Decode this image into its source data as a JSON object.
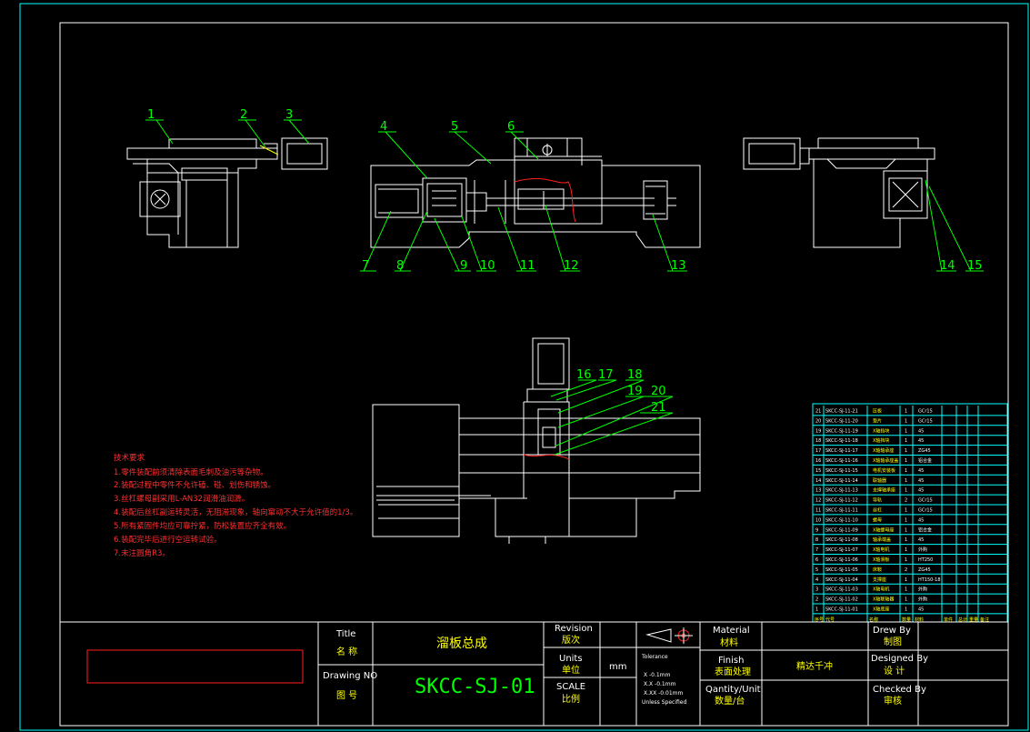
{
  "balloons": [
    "1",
    "2",
    "3",
    "4",
    "5",
    "6",
    "7",
    "8",
    "9",
    "10",
    "11",
    "12",
    "13",
    "14",
    "15",
    "16",
    "17",
    "18",
    "19",
    "20",
    "21"
  ],
  "notes": {
    "title": "技术要求",
    "lines": [
      "1.零件装配前须清除表面毛刺及油污等杂物。",
      "2.装配过程中零件不允许磕、碰、划伤和锈蚀。",
      "3.丝杠螺母副采用L-AN32润滑油润滑。",
      "4.装配后丝杠副运转灵活，无阻滞现象，轴向窜动不大于允许值的1/3。",
      "5.所有紧固件均应可靠拧紧，防松装置应齐全有效。",
      "6.装配完毕后进行空运转试验。",
      "7.未注圆角R3。"
    ]
  },
  "bom": {
    "rows": [
      [
        "21",
        "SKCC-SJ-11-21",
        "压板",
        "1",
        "GCr15"
      ],
      [
        "20",
        "SKCC-SJ-11-20",
        "垫片",
        "1",
        "GCr15"
      ],
      [
        "19",
        "SKCC-SJ-11-19",
        "X轴挡块",
        "1",
        "45"
      ],
      [
        "18",
        "SKCC-SJ-11-18",
        "X轴挡块",
        "1",
        "45"
      ],
      [
        "17",
        "SKCC-SJ-11-17",
        "X轴轴承座",
        "1",
        "ZG45"
      ],
      [
        "16",
        "SKCC-SJ-11-16",
        "X轴轴承座盖",
        "1",
        "铝合金"
      ],
      [
        "15",
        "SKCC-SJ-11-15",
        "电机安装板",
        "1",
        "45"
      ],
      [
        "14",
        "SKCC-SJ-11-14",
        "联轴器",
        "1",
        "45"
      ],
      [
        "13",
        "SKCC-SJ-11-13",
        "支撑轴承座",
        "1",
        "45"
      ],
      [
        "12",
        "SKCC-SJ-11-12",
        "导轨",
        "2",
        "GCr15"
      ],
      [
        "11",
        "SKCC-SJ-11-11",
        "丝杠",
        "1",
        "GCr15"
      ],
      [
        "10",
        "SKCC-SJ-11-10",
        "螺母",
        "1",
        "45"
      ],
      [
        "9",
        "SKCC-SJ-11-09",
        "X轴螺母座",
        "1",
        "铝合金"
      ],
      [
        "8",
        "SKCC-SJ-11-08",
        "轴承端盖",
        "1",
        "45"
      ],
      [
        "7",
        "SKCC-SJ-11-07",
        "X轴电机",
        "1",
        "外购"
      ],
      [
        "6",
        "SKCC-SJ-11-06",
        "X轴滑板",
        "1",
        "HT250"
      ],
      [
        "5",
        "SKCC-SJ-11-05",
        "床鞍",
        "2",
        "ZG45"
      ],
      [
        "4",
        "SKCC-SJ-11-04",
        "支撑座",
        "1",
        "HT150-18"
      ],
      [
        "3",
        "SKCC-SJ-11-03",
        "X轴电机",
        "1",
        "外购"
      ],
      [
        "2",
        "SKCC-SJ-11-02",
        "X轴联轴器",
        "1",
        "外购"
      ],
      [
        "1",
        "SKCC-SJ-11-01",
        "X轴底座",
        "1",
        "45"
      ]
    ],
    "header": [
      "序号",
      "代号",
      "名称",
      "数量",
      "材料",
      "单件",
      "总计",
      "重量",
      "备注"
    ]
  },
  "title_block": {
    "title_en": "Title",
    "title_cn": "名 称",
    "drawing_title": "溜板总成",
    "drawing_no_en": "Drawing NO",
    "drawing_no_cn": "图 号",
    "drawing_no": "SKCC-SJ-01",
    "revision_en": "Revision",
    "revision_cn": "版次",
    "units_en": "Units",
    "units_cn": "单位",
    "units_value": "mm",
    "scale_en": "SCALE",
    "scale_cn": "比例",
    "tolerance_title": "Tolerance",
    "tol_1": "X     -0.1mm",
    "tol_2": "X.X   -0.1mm",
    "tol_3": "X.XX  -0.01mm",
    "tol_4": "Unless Specified",
    "material_en": "Material",
    "material_cn": "材料",
    "finish_en": "Finish",
    "finish_cn": "表面处理",
    "qty_en": "Qantity/Unit",
    "qty_cn": "数量/台",
    "company": "精达千冲",
    "drew_en": "Drew By",
    "drew_cn": "制图",
    "designed_en": "Designed By",
    "designed_cn": "设 计",
    "checked_en": "Checked By",
    "checked_cn": "审核"
  },
  "colors": {
    "white": "#ffffff",
    "green": "#00ff00",
    "cyan": "#00ffff",
    "yellow": "#ffff00",
    "red": "#ff2020"
  }
}
